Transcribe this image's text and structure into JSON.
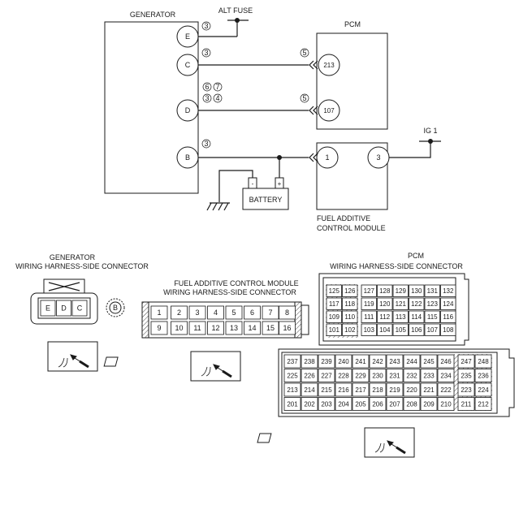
{
  "schematic": {
    "generator_title": "GENERATOR",
    "alt_fuse": "ALT FUSE",
    "pcm_title": "PCM",
    "ig1": "IG 1",
    "battery_label": "BATTERY",
    "battery_minus": "-",
    "battery_plus": "+",
    "fuel_module_line1": "FUEL ADDITIVE",
    "fuel_module_line2": "CONTROL MODULE",
    "terminals": {
      "E": "E",
      "C": "C",
      "D": "D",
      "B": "B",
      "pcm_top": "213",
      "pcm_mid": "107",
      "fam_left": "1",
      "fam_right": "3"
    },
    "notes": {
      "e": "3",
      "c": "3",
      "d_row1": [
        "6",
        "7"
      ],
      "d_row2": [
        "3",
        "4"
      ],
      "b": "3",
      "pcm_top": "5",
      "pcm_mid": "5"
    }
  },
  "connectors": {
    "generator": {
      "title_line1": "GENERATOR",
      "title_line2": "WIRING HARNESS-SIDE CONNECTOR",
      "pins": [
        "E",
        "D",
        "C"
      ],
      "b_terminal": "B"
    },
    "fuel_module": {
      "title_line1": "FUEL ADDITIVE CONTROL MODULE",
      "title_line2": "WIRING HARNESS-SIDE CONNECTOR",
      "top_row": [
        "1",
        "2",
        "3",
        "4",
        "5",
        "6",
        "7",
        "8"
      ],
      "bottom_row": [
        "9",
        "10",
        "11",
        "12",
        "13",
        "14",
        "15",
        "16"
      ]
    },
    "pcm": {
      "title_line1": "PCM",
      "title_line2": "WIRING HARNESS-SIDE CONNECTOR",
      "upper_block": [
        [
          "125",
          "126",
          "127",
          "128",
          "129",
          "130",
          "131",
          "132"
        ],
        [
          "117",
          "118",
          "119",
          "120",
          "121",
          "122",
          "123",
          "124"
        ],
        [
          "109",
          "110",
          "111",
          "112",
          "113",
          "114",
          "115",
          "116"
        ],
        [
          "101",
          "102",
          "103",
          "104",
          "105",
          "106",
          "107",
          "108"
        ]
      ],
      "lower_block": [
        [
          "237",
          "238",
          "239",
          "240",
          "241",
          "242",
          "243",
          "244",
          "245",
          "246",
          "247",
          "248"
        ],
        [
          "225",
          "226",
          "227",
          "228",
          "229",
          "230",
          "231",
          "232",
          "233",
          "234",
          "235",
          "236"
        ],
        [
          "213",
          "214",
          "215",
          "216",
          "217",
          "218",
          "219",
          "220",
          "221",
          "222",
          "223",
          "224"
        ],
        [
          "201",
          "202",
          "203",
          "204",
          "205",
          "206",
          "207",
          "208",
          "209",
          "210",
          "211",
          "212"
        ]
      ]
    }
  }
}
